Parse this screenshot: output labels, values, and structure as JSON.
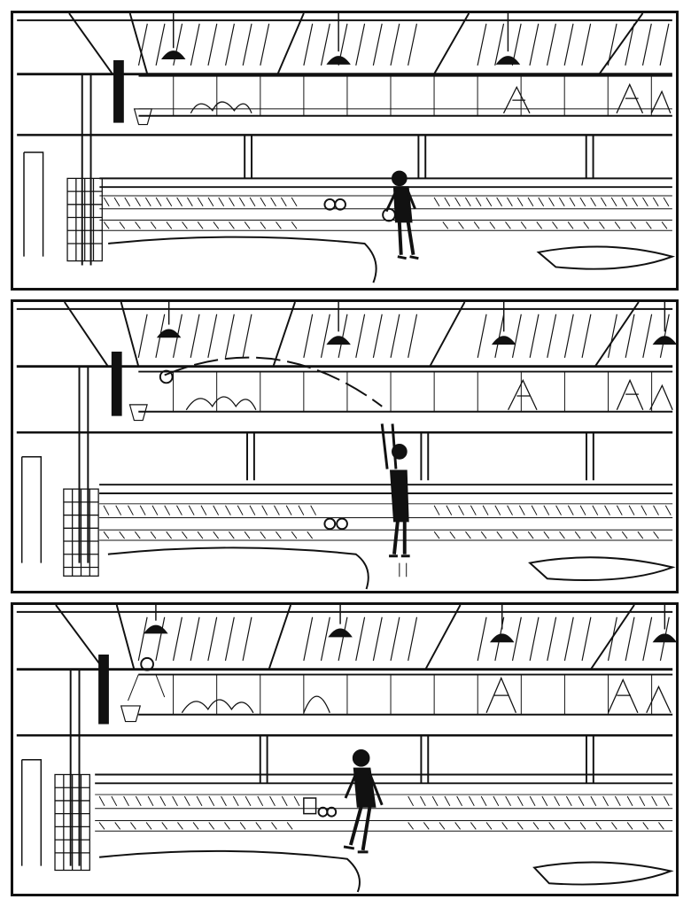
{
  "comic": {
    "panels": [
      {
        "id": 1,
        "figure": "player-holding-ball",
        "ball": "in-hands"
      },
      {
        "id": 2,
        "figure": "player-jump-shot",
        "ball": "in-arc-toward-hoop"
      },
      {
        "id": 3,
        "figure": "player-landing",
        "ball": "dropping-through-hoop"
      }
    ],
    "colors": {
      "ink": "#111111",
      "paper": "#ffffff"
    }
  }
}
